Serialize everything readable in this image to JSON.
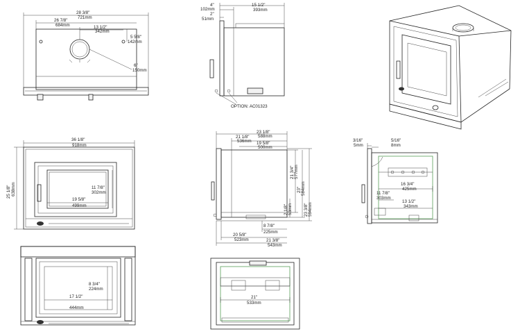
{
  "colors": {
    "line": "#222222",
    "accent_green": "#6aa86a"
  },
  "option_note": "OPTION: AC01323",
  "views": {
    "front_top": {
      "d1": "28  3/8\"",
      "d1mm": "721mm",
      "d2": "26  7/8\"",
      "d2mm": "684mm",
      "d3": "13  1/2\"",
      "d3mm": "342mm",
      "d4": "5  5/8\"",
      "d4mm": "142mm",
      "d5": "6\"",
      "d5mm": "150mm"
    },
    "side_top": {
      "d1": "4\"",
      "d1mm": "102mm",
      "d2": "2\"",
      "d2mm": "51mm",
      "d3": "15  1/2\"",
      "d3mm": "393mm"
    },
    "front_mid": {
      "width": "36  1/8\"",
      "width_mm": "918mm",
      "height": "25  1/8\"",
      "height_mm": "638mm",
      "glass_h": "11  7/8\"",
      "glass_h_mm": "302mm",
      "glass_w": "19  5/8\"",
      "glass_w_mm": "499mm"
    },
    "side_mid": {
      "d1": "23  1/8\"",
      "d1mm": "588mm",
      "d2": "21  1/8\"",
      "d2mm": "536mm",
      "d3": "19  5/8\"",
      "d3mm": "500mm",
      "h1": "21  3/4\"",
      "h1mm": "577mm",
      "h2": "23\"",
      "h2mm": "584mm",
      "h3": "23  3/8\"",
      "h3mm": "594mm",
      "h4": "2  1/8\"",
      "h4mm": "53mm",
      "b1": "8  7/8\"",
      "b1mm": "225mm",
      "b2": "20  5/8\"",
      "b2mm": "523mm",
      "b3": "21  3/8\"",
      "b3mm": "543mm"
    },
    "section": {
      "d1": "3/16\"",
      "d1mm": "5mm",
      "d2": "5/16\"",
      "d2mm": "8mm",
      "d3": "16  3/4\"",
      "d3mm": "425mm",
      "d4": "11  7/8\"",
      "d4mm": "303mm",
      "d5": "13  1/2\"",
      "d5mm": "343mm"
    },
    "front_bottom": {
      "d1": "8  3/4\"",
      "d1mm": "224mm",
      "d2": "17  1/2\"",
      "d2mm": "444mm"
    },
    "top_bottom": {
      "d1": "21\"",
      "d1mm": "533mm"
    }
  }
}
